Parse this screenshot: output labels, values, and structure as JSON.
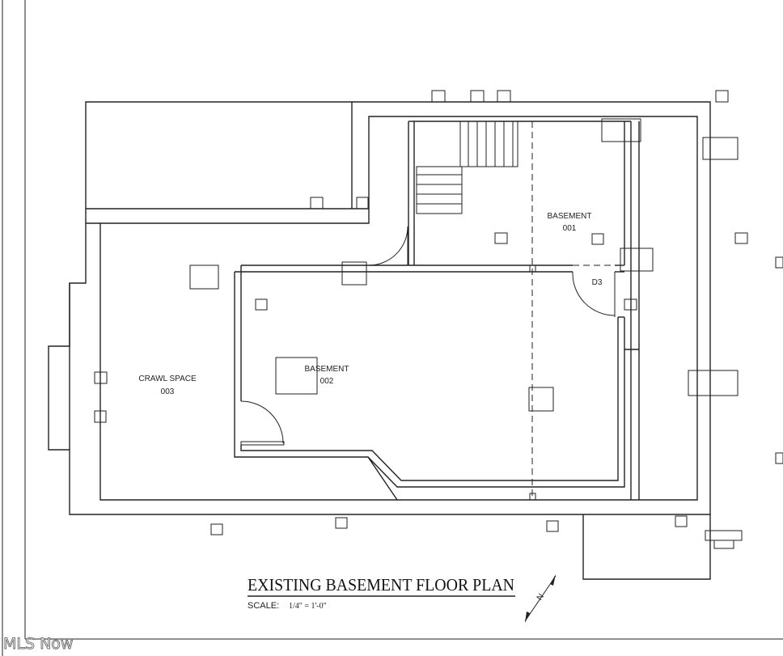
{
  "title": "EXISTING BASEMENT FLOOR PLAN",
  "scale_label": "SCALE:",
  "scale_value": "1/4\" = 1'-0\"",
  "rooms": [
    {
      "name": "BASEMENT",
      "number": "001"
    },
    {
      "name": "BASEMENT",
      "number": "002"
    },
    {
      "name": "CRAWL SPACE",
      "number": "003"
    }
  ],
  "door_tag": "D3",
  "north_label": "N",
  "watermark": "MLS Now"
}
